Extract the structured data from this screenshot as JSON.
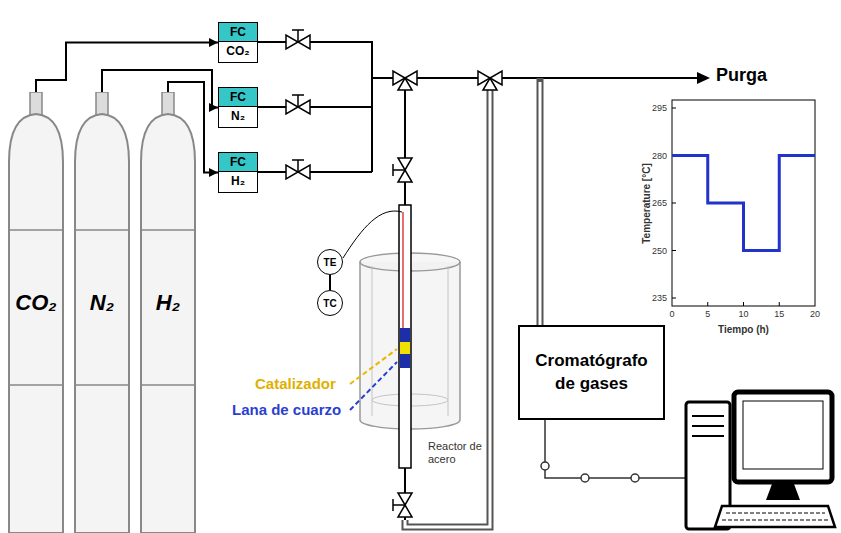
{
  "diagram": {
    "nodes": [
      {
        "text": [
          "CO₂"
        ]
      },
      {
        "text": [
          "N₂"
        ]
      },
      {
        "text": [
          "H₂"
        ]
      },
      {
        "text": [
          "FC",
          "CO₂"
        ]
      },
      {
        "text": [
          "FC",
          "N₂"
        ]
      },
      {
        "text": [
          "FC",
          "H₂"
        ]
      },
      {
        "text": [
          "TE"
        ]
      },
      {
        "text": [
          "TC"
        ]
      },
      {
        "text": [
          "Cromatógrafo de gases"
        ]
      }
    ],
    "edges": [
      {
        "from": 0,
        "to": 3,
        "arrow": "to"
      },
      {
        "from": 1,
        "to": 4,
        "arrow": "to"
      },
      {
        "from": 2,
        "to": 5,
        "arrow": "to"
      },
      {
        "from": 6,
        "to": 7,
        "arrow": "none"
      }
    ],
    "labels": [
      "Purga",
      "Catalizador",
      "Lana de cuarzo",
      "Reactor de acero",
      "295",
      "280",
      "265",
      "250",
      "235",
      "0",
      "5",
      "10",
      "15",
      "20",
      "Temperature [°C]",
      "Tiempo (h)"
    ]
  }
}
